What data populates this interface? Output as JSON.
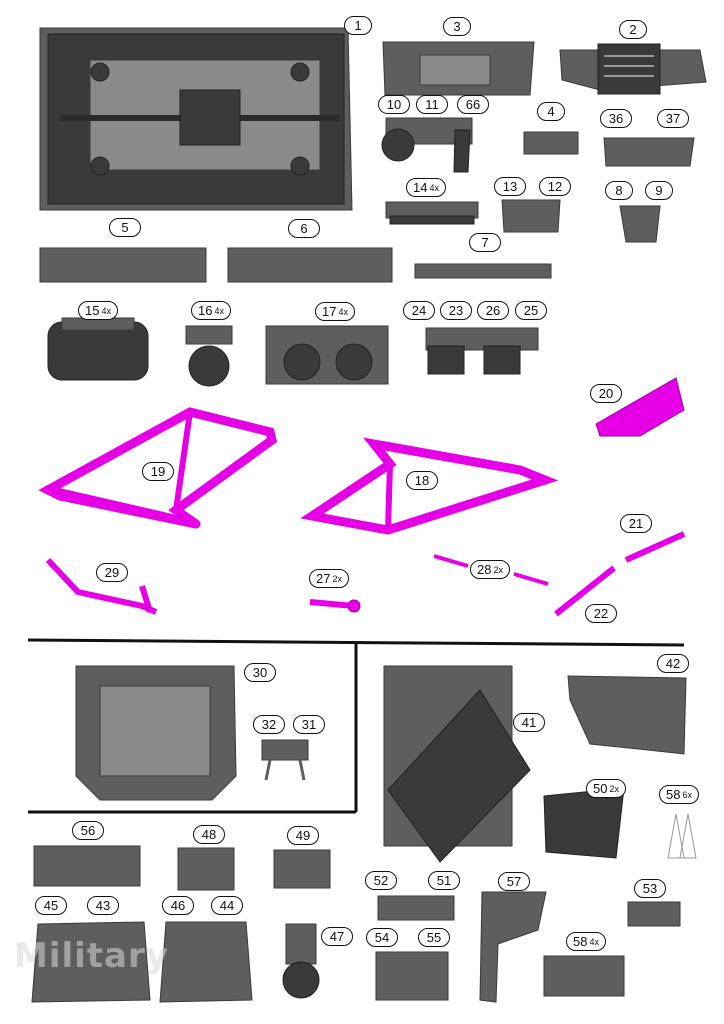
{
  "colors": {
    "part_gray": "#5e5e5e",
    "part_dark": "#3a3a3a",
    "part_light": "#8a8a8a",
    "highlight": "#e600e6",
    "highlight_dark": "#a000a0",
    "outline": "#111111"
  },
  "labels": {
    "p1": {
      "num": "1",
      "qty": ""
    },
    "p2": {
      "num": "2",
      "qty": ""
    },
    "p3": {
      "num": "3",
      "qty": ""
    },
    "p4": {
      "num": "4",
      "qty": ""
    },
    "p5": {
      "num": "5",
      "qty": ""
    },
    "p6": {
      "num": "6",
      "qty": ""
    },
    "p7": {
      "num": "7",
      "qty": ""
    },
    "p8": {
      "num": "8",
      "qty": ""
    },
    "p9": {
      "num": "9",
      "qty": ""
    },
    "p10": {
      "num": "10",
      "qty": ""
    },
    "p11": {
      "num": "11",
      "qty": ""
    },
    "p66": {
      "num": "66",
      "qty": ""
    },
    "p12": {
      "num": "12",
      "qty": ""
    },
    "p13": {
      "num": "13",
      "qty": ""
    },
    "p14": {
      "num": "14",
      "qty": "4x"
    },
    "p15": {
      "num": "15",
      "qty": "4x"
    },
    "p16": {
      "num": "16",
      "qty": "4x"
    },
    "p17": {
      "num": "17",
      "qty": "4x"
    },
    "p18": {
      "num": "18",
      "qty": ""
    },
    "p19": {
      "num": "19",
      "qty": ""
    },
    "p20": {
      "num": "20",
      "qty": ""
    },
    "p21": {
      "num": "21",
      "qty": ""
    },
    "p22": {
      "num": "22",
      "qty": ""
    },
    "p23": {
      "num": "23",
      "qty": ""
    },
    "p24": {
      "num": "24",
      "qty": ""
    },
    "p25": {
      "num": "25",
      "qty": ""
    },
    "p26": {
      "num": "26",
      "qty": ""
    },
    "p27": {
      "num": "27",
      "qty": "2x"
    },
    "p28": {
      "num": "28",
      "qty": "2x"
    },
    "p29": {
      "num": "29",
      "qty": ""
    },
    "p30": {
      "num": "30",
      "qty": ""
    },
    "p31": {
      "num": "31",
      "qty": ""
    },
    "p32": {
      "num": "32",
      "qty": ""
    },
    "p36": {
      "num": "36",
      "qty": ""
    },
    "p37": {
      "num": "37",
      "qty": ""
    },
    "p41": {
      "num": "41",
      "qty": ""
    },
    "p42": {
      "num": "42",
      "qty": ""
    },
    "p43": {
      "num": "43",
      "qty": ""
    },
    "p44": {
      "num": "44",
      "qty": ""
    },
    "p45": {
      "num": "45",
      "qty": ""
    },
    "p46": {
      "num": "46",
      "qty": ""
    },
    "p47": {
      "num": "47",
      "qty": ""
    },
    "p48": {
      "num": "48",
      "qty": ""
    },
    "p49": {
      "num": "49",
      "qty": ""
    },
    "p50": {
      "num": "50",
      "qty": "2x"
    },
    "p51": {
      "num": "51",
      "qty": ""
    },
    "p52": {
      "num": "52",
      "qty": ""
    },
    "p53": {
      "num": "53",
      "qty": ""
    },
    "p54": {
      "num": "54",
      "qty": ""
    },
    "p55": {
      "num": "55",
      "qty": ""
    },
    "p56": {
      "num": "56",
      "qty": ""
    },
    "p57": {
      "num": "57",
      "qty": ""
    },
    "p58a": {
      "num": "58",
      "qty": "6x"
    },
    "p58b": {
      "num": "58",
      "qty": "4x"
    }
  }
}
